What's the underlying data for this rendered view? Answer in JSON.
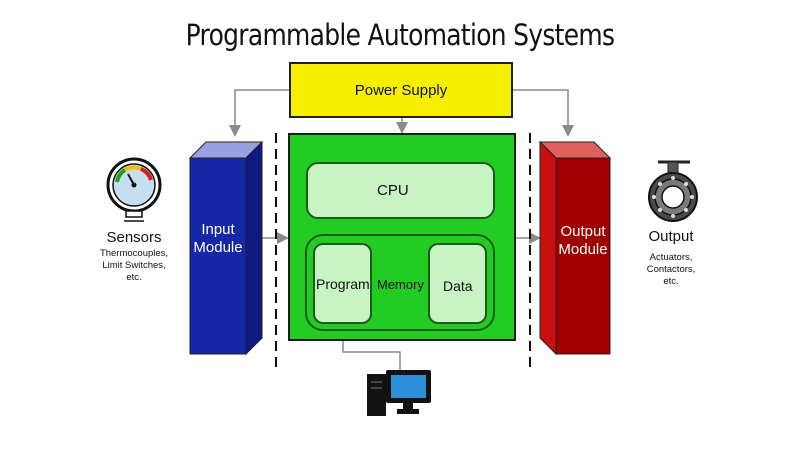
{
  "title": "Programmable Automation Systems",
  "power_supply": "Power Supply",
  "input_module": [
    "Input",
    "Module"
  ],
  "output_module": [
    "Output",
    "Module"
  ],
  "cpu": "CPU",
  "program": "Program",
  "memory": "Memory",
  "data": "Data",
  "sensors": {
    "title": "Sensors",
    "lines": [
      "Thermocouples,",
      "Limit Switches,",
      "etc."
    ]
  },
  "output": {
    "title": "Output",
    "lines": [
      "Actuators,",
      "Contactors,",
      "etc."
    ]
  },
  "colors": {
    "power": "#f6f000",
    "plc": "#22cc22",
    "inner": "#c7f4c2",
    "input": "#1428a8",
    "output": "#a00000"
  }
}
